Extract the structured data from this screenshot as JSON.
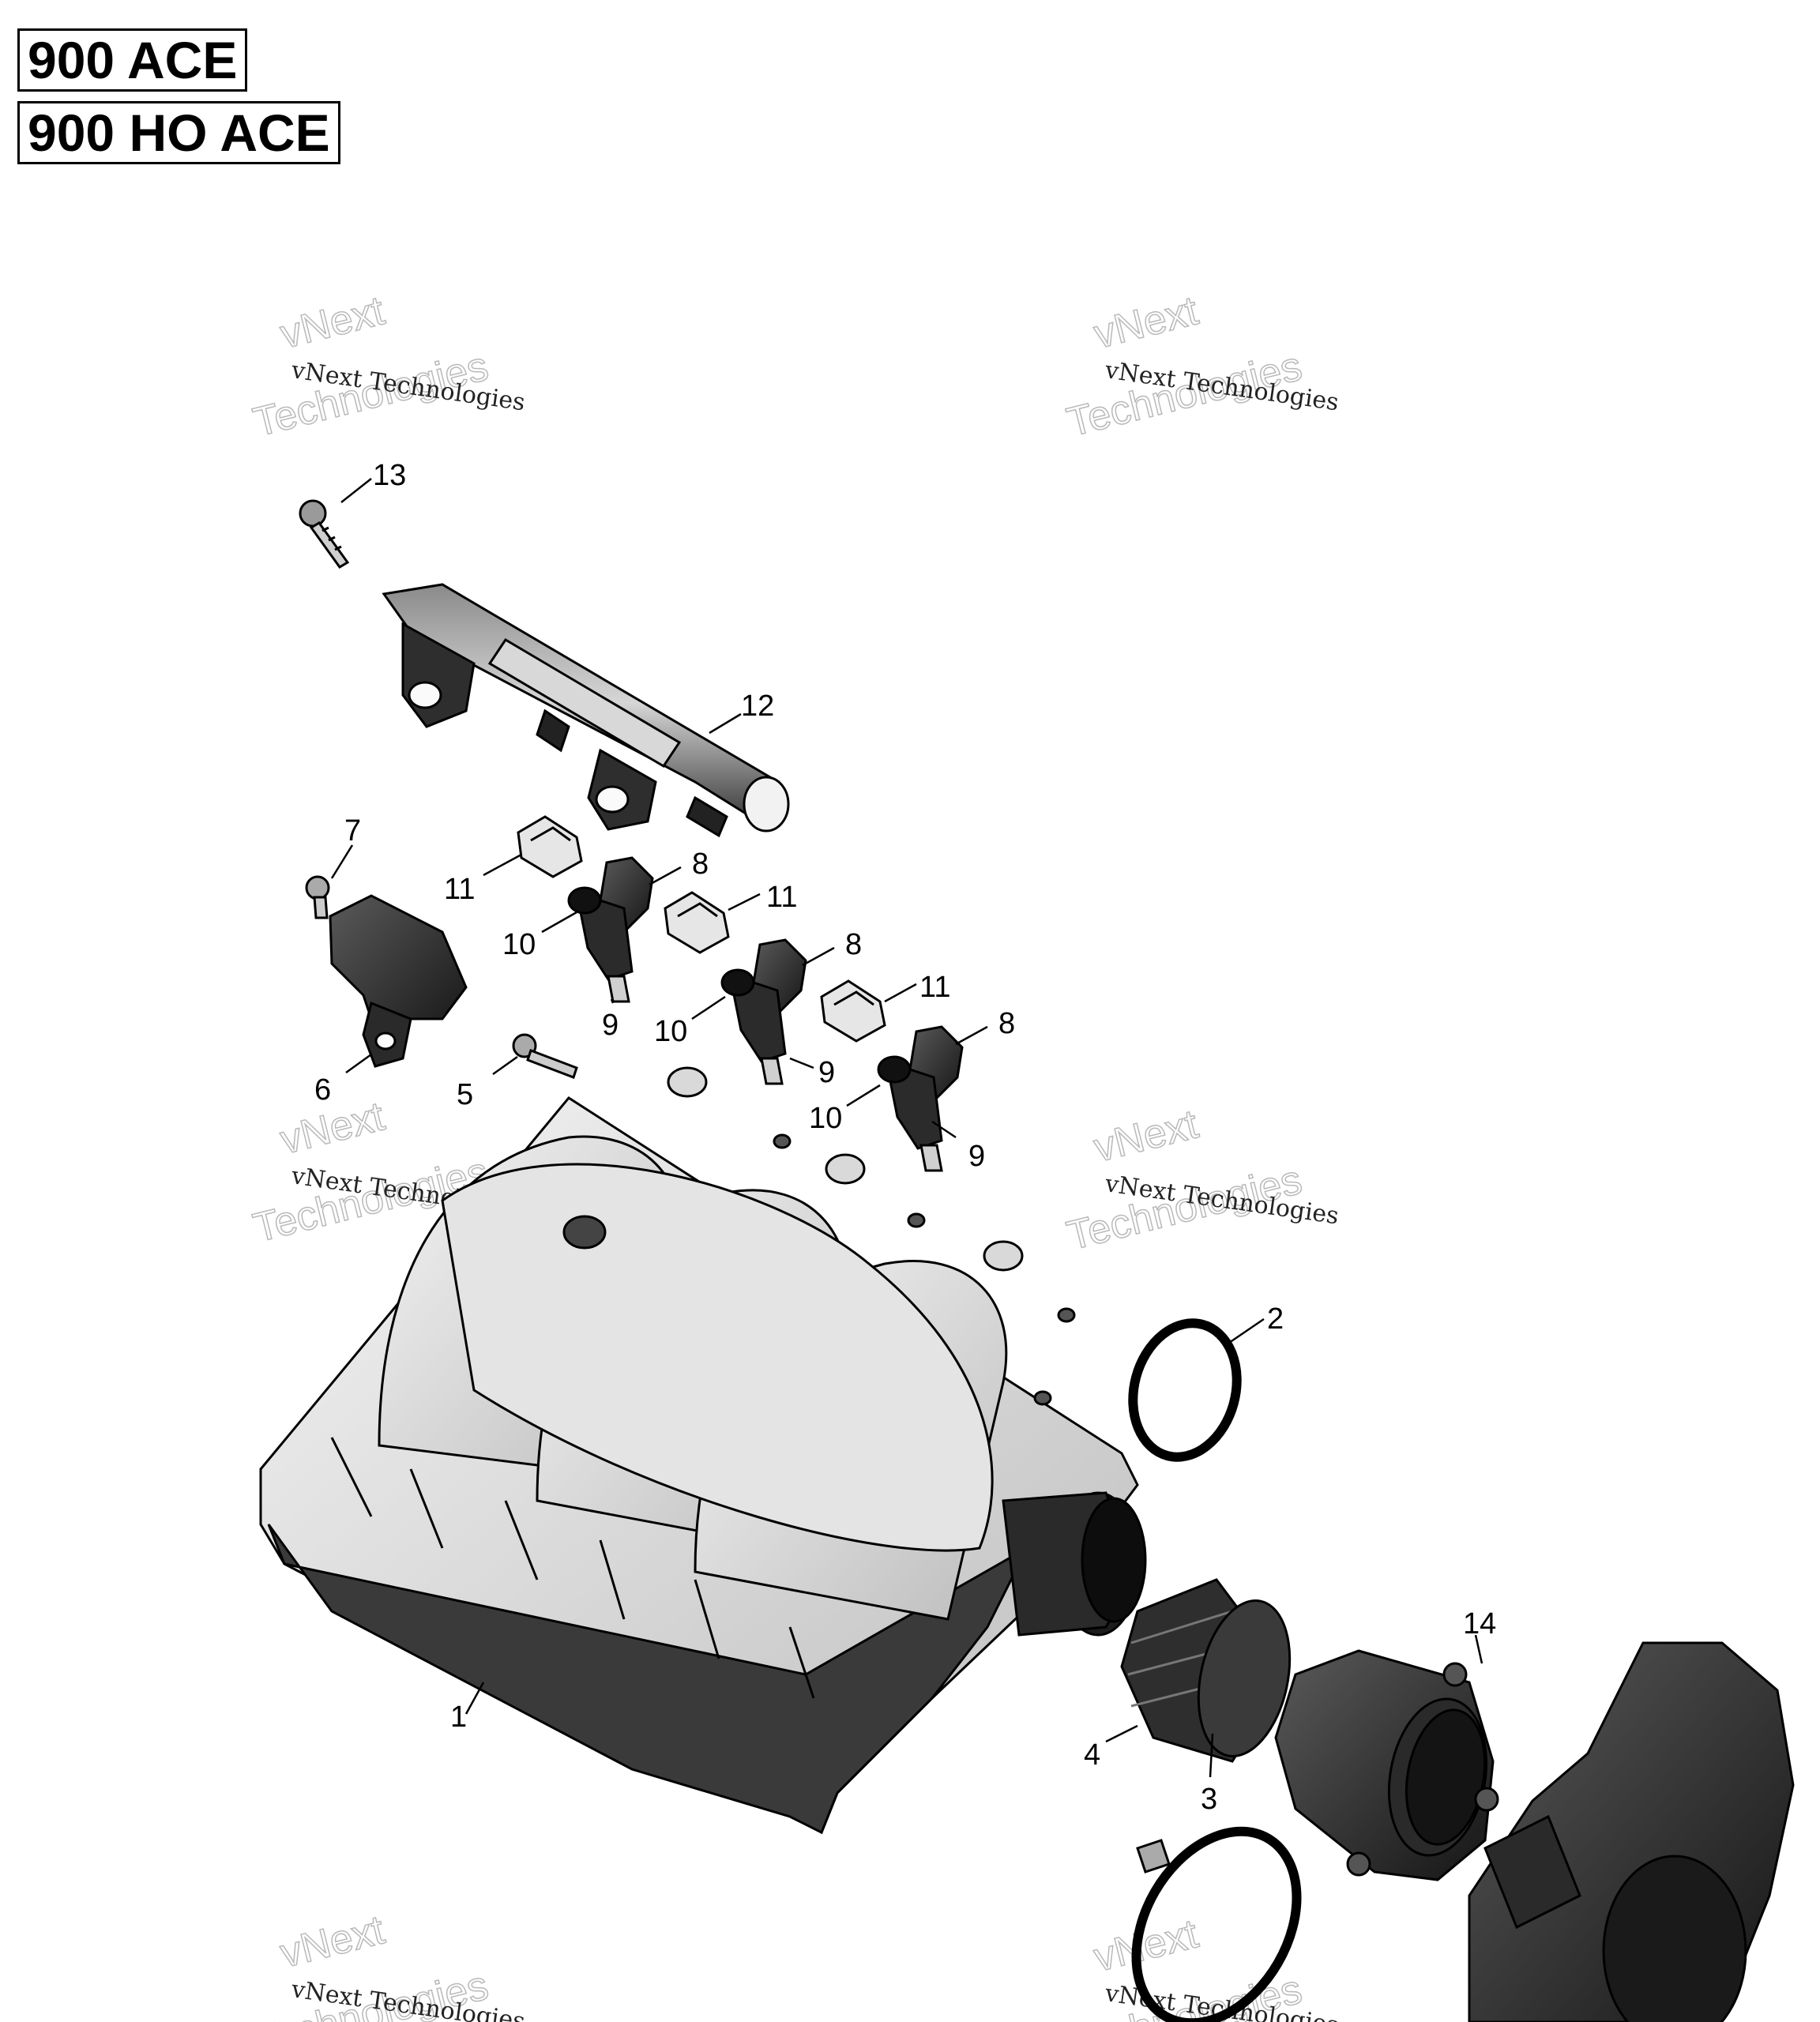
{
  "models": [
    "900 ACE",
    "900 HO ACE"
  ],
  "watermark": {
    "small": "vNext Technologies",
    "large_top": "vNext",
    "large_bottom": "Technologies"
  },
  "callouts": [
    "1",
    "2",
    "3",
    "4",
    "5",
    "6",
    "7",
    "8",
    "8",
    "8",
    "9",
    "9",
    "9",
    "10",
    "10",
    "10",
    "11",
    "11",
    "11",
    "12",
    "13",
    "14"
  ],
  "colors": {
    "line": "#000000",
    "metal_light": "#ececec",
    "metal_mid": "#c9c9c9",
    "dark_part": "#3c3c3c",
    "black_part": "#1e1e1e"
  }
}
